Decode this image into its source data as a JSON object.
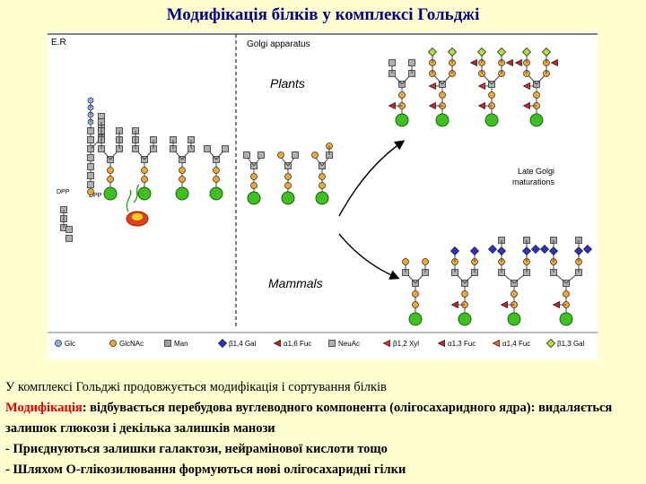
{
  "title": "Модифікація білків у комплексі Гольджі",
  "figure": {
    "er_label": "E.R",
    "golgi_label": "Golgi apparatus",
    "plants_label": "Plants",
    "mammals_label": "Mammals",
    "late_golgi_line1": "Late Golgi",
    "late_golgi_line2": "maturations",
    "dpp_label": "DPP",
    "legend": [
      {
        "label": "Glc",
        "icon": "circle",
        "color": "#8fb4e8"
      },
      {
        "label": "GlcNAc",
        "icon": "circle",
        "color": "#f0a830"
      },
      {
        "label": "Man",
        "icon": "square",
        "color": "#a0a0a0"
      },
      {
        "label": "β1,4 Gal",
        "icon": "diamond",
        "color": "#3030c8"
      },
      {
        "label": "α1,6 Fuc",
        "icon": "triangle",
        "color": "#d02020"
      },
      {
        "label": "NeuAc",
        "icon": "square",
        "color": "#b0b0b0"
      },
      {
        "label": "β1,2 Xyl",
        "icon": "triangle",
        "color": "#e03030"
      },
      {
        "label": "α1,3 Fuc",
        "icon": "triangle",
        "color": "#d02020"
      },
      {
        "label": "α1,4 Fuc",
        "icon": "triangle",
        "color": "#f07020"
      },
      {
        "label": "β1,3 Gal",
        "icon": "diamond",
        "color": "#b0e040"
      }
    ]
  },
  "caption": {
    "line1": "У комплексі Гольджі продовжується модифікація і сортування білків",
    "line2_prefix": "Модифікація",
    "line2_rest": ": відбувається перебудова вуглеводного компонента (олігосахаридного ядра): видаляється залишок глюкози і декілька залишків манози",
    "line3": "- Приєднуються залишки галактози, нейрамінової кислоти тощо",
    "line4": "- Шляхом О-глікозилювання формуються нові олігосахаридні гілки"
  }
}
